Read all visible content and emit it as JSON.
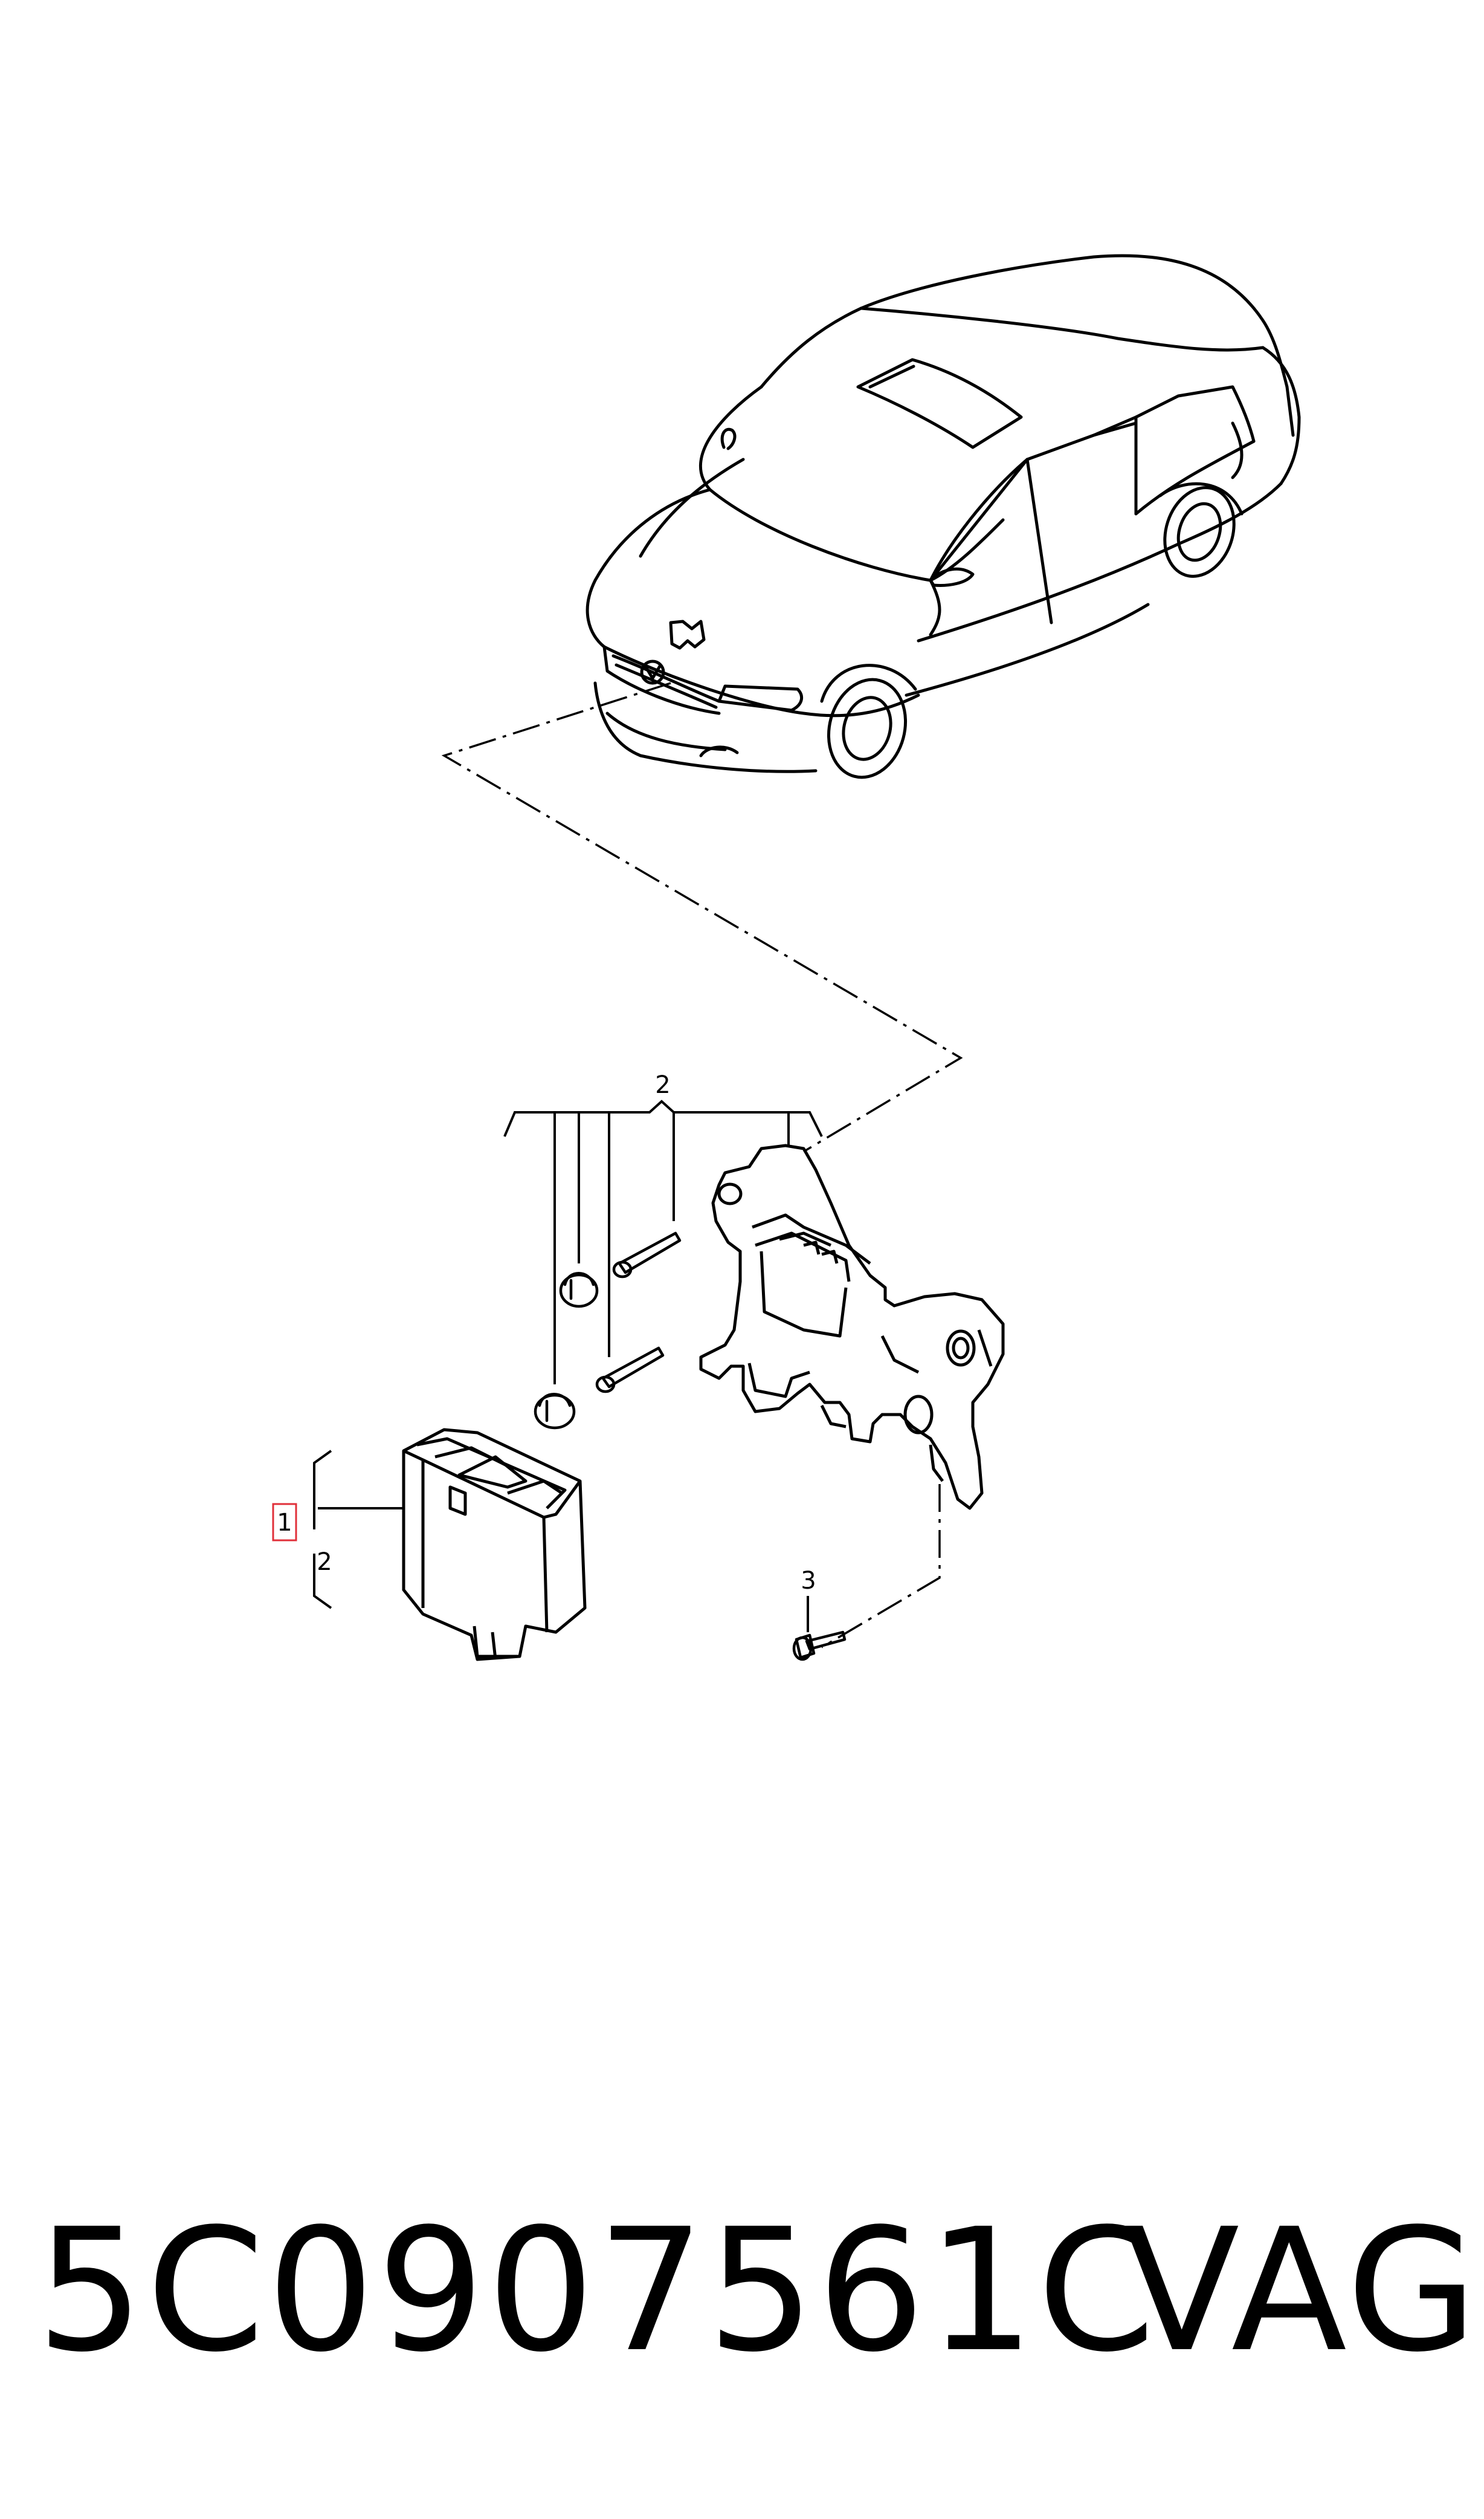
{
  "callouts": {
    "p1": "1",
    "p2_upper": "2",
    "p2_lower": "2",
    "p3": "3"
  },
  "footer": {
    "part_number": "5C0907561C",
    "brand": "VAG"
  },
  "colors": {
    "line": "#000000",
    "highlight_box": "#e0303a"
  }
}
